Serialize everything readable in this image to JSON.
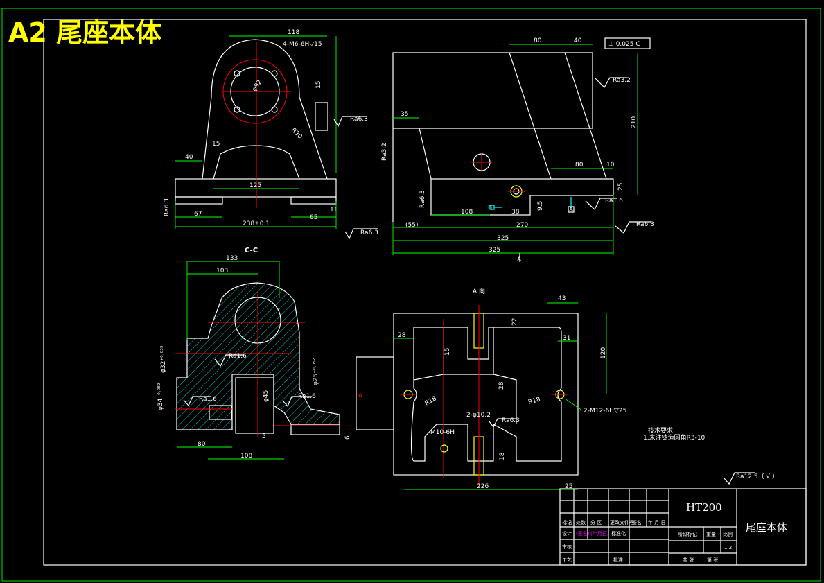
{
  "header": {
    "title": "A2 尾座本体"
  },
  "front_view": {
    "labels": {
      "d118": "118",
      "thread": "4-M6-6H▽15",
      "dia": "φ92",
      "r": "R30",
      "d15a": "15",
      "d15b": "15",
      "d40": "40",
      "d125": "125",
      "d67": "67",
      "d65": "65",
      "d11": "11",
      "overall": "238±0.1",
      "ra1": "Ra6.3",
      "ra2": "Ra6.3",
      "ra3": "Ra6.3"
    }
  },
  "side_view": {
    "labels": {
      "d80": "80",
      "d40": "40",
      "tol": "⊥ 0.025 C",
      "ra32a": "Ra3.2",
      "ra32b": "Ra3.2",
      "d35": "35",
      "d210": "210",
      "d80b": "80",
      "d10": "10",
      "d25": "25",
      "ra16": "Ra1.6",
      "ra63a": "Ra6.3",
      "ra63b": "Ra6.3",
      "d108": "108",
      "d38": "38",
      "d95": "9.5",
      "d55": "(55)",
      "d270": "270",
      "d325a": "325",
      "d325b": "325",
      "datumA": "A",
      "datumB": "B"
    }
  },
  "section_view": {
    "name": "C-C",
    "labels": {
      "d133": "133",
      "d103": "103",
      "d32": "φ32⁺⁰·⁰³⁹",
      "ra16a": "Ra1.6",
      "d25": "φ25⁺⁰·⁰⁵²",
      "d34": "φ34⁺⁰·⁰⁸²",
      "ra16b": "Ra1.6",
      "ra16c": "Ra1.6",
      "d45": "φ45",
      "d5": "5",
      "d6": "6",
      "d80": "80",
      "d108": "108"
    }
  },
  "top_view": {
    "labels": {
      "secA": "A  向",
      "d43": "43",
      "d22": "22",
      "d28": "28",
      "d31": "31",
      "d120": "120",
      "d15": "15",
      "d28b": "28",
      "r18a": "R18",
      "r18b": "R18",
      "thread": "2-M12-6H▽25",
      "holes": "2-φ10.2",
      "ra63": "Ra6.3",
      "m10": "M10-6H",
      "d18": "18",
      "d226": "226",
      "d25": "25"
    }
  },
  "notes": {
    "heading": "技术要求",
    "line1": "1.未注铸造圆角R3-10"
  },
  "surface_default": "Ra12.5（ √ ）",
  "title_block": {
    "material": "HT200",
    "part_name": "尾座本体",
    "scale": "1:2",
    "cells": [
      "标记",
      "处数",
      "分 区",
      "更改文件号",
      "签名",
      "年 月 日",
      "设计",
      "(签名)",
      "(年月日)",
      "标准化",
      "审核",
      "工艺",
      "批准",
      "阶段标记",
      "重量",
      "比例",
      "共  张",
      "第  张"
    ]
  }
}
